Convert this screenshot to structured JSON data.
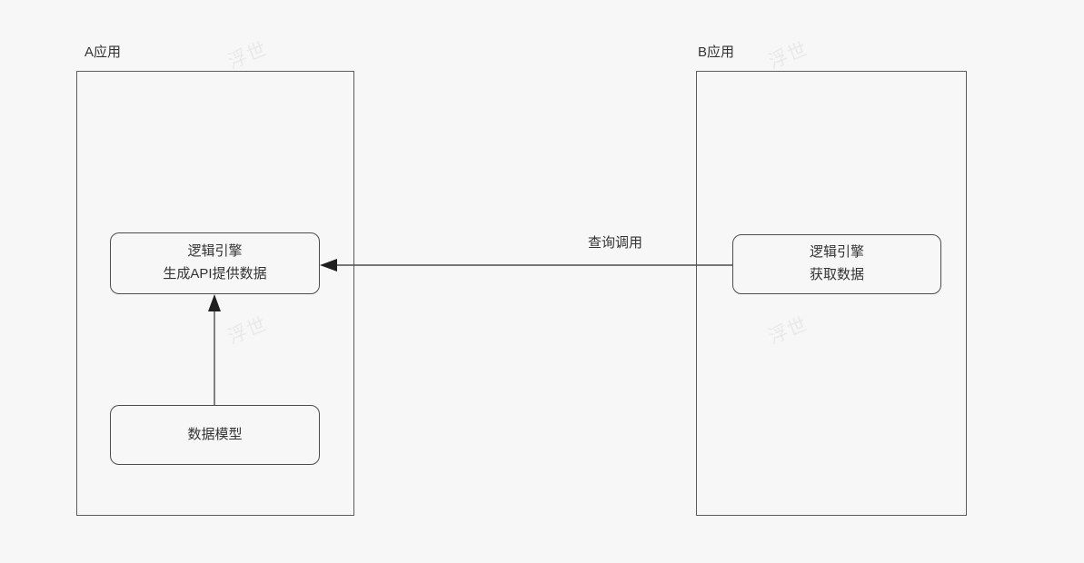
{
  "diagram": {
    "background_color": "#f7f7f7",
    "line_color": "#4d4d4d",
    "text_color": "#333333",
    "watermark_text": "浮世",
    "containers": [
      {
        "id": "a",
        "label": "A应用"
      },
      {
        "id": "b",
        "label": "B应用"
      }
    ],
    "nodes": [
      {
        "id": "logic-engine-a",
        "line1": "逻辑引擎",
        "line2": "生成API提供数据",
        "container": "A应用"
      },
      {
        "id": "data-model",
        "line1": "数据模型",
        "line2": "",
        "container": "A应用"
      },
      {
        "id": "logic-engine-b",
        "line1": "逻辑引擎",
        "line2": "获取数据",
        "container": "B应用"
      }
    ],
    "edges": [
      {
        "id": "query-call",
        "label": "查询调用",
        "from": "logic-engine-b",
        "to": "logic-engine-a",
        "direction": "right-to-left",
        "arrow": "single"
      },
      {
        "id": "model-to-logic",
        "label": "",
        "from": "data-model",
        "to": "logic-engine-a",
        "direction": "bottom-to-top",
        "arrow": "single"
      }
    ]
  }
}
